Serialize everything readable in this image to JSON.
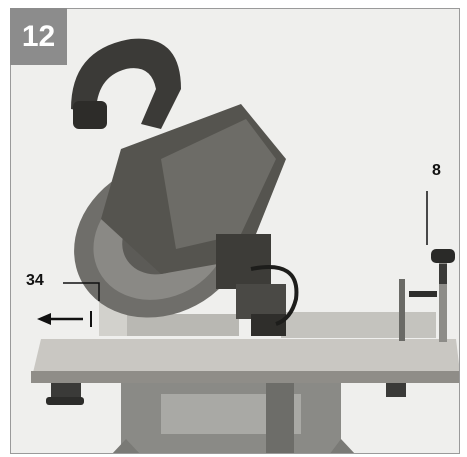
{
  "figure": {
    "number": "12"
  },
  "callouts": [
    {
      "label": "34"
    },
    {
      "label": "8"
    }
  ],
  "colors": {
    "badge_background": "#8c8c8c",
    "badge_text": "#ffffff",
    "frame_border": "#9a9a9a",
    "callout_text": "#111111"
  }
}
